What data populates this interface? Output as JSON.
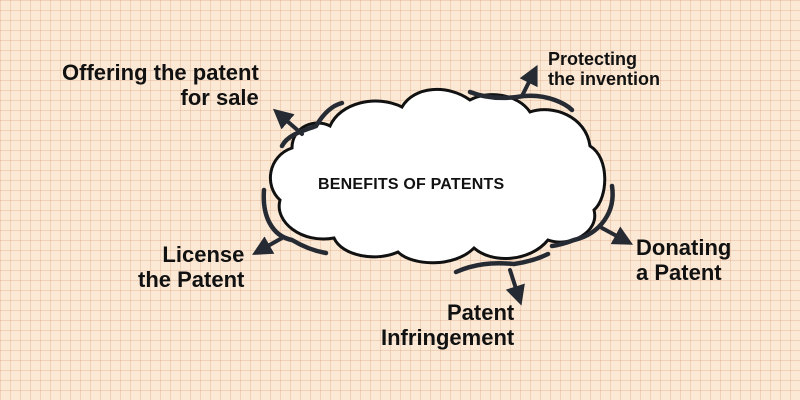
{
  "diagram": {
    "center": "BENEFITS OF PATENTS",
    "branches": {
      "offer": {
        "line1": "Offering the patent",
        "line2": "for sale"
      },
      "protect": {
        "line1": "Protecting",
        "line2": "the invention"
      },
      "license": {
        "line1": "License",
        "line2": "the Patent"
      },
      "donate": {
        "line1": "Donating",
        "line2": "a Patent"
      },
      "infringe": {
        "line1": "Patent",
        "line2": "Infringement"
      }
    }
  },
  "colors": {
    "background": "#fbe9d6",
    "grid": "#d7966e",
    "ink": "#262a33",
    "text": "#111111",
    "cloud_fill": "#ffffff"
  }
}
